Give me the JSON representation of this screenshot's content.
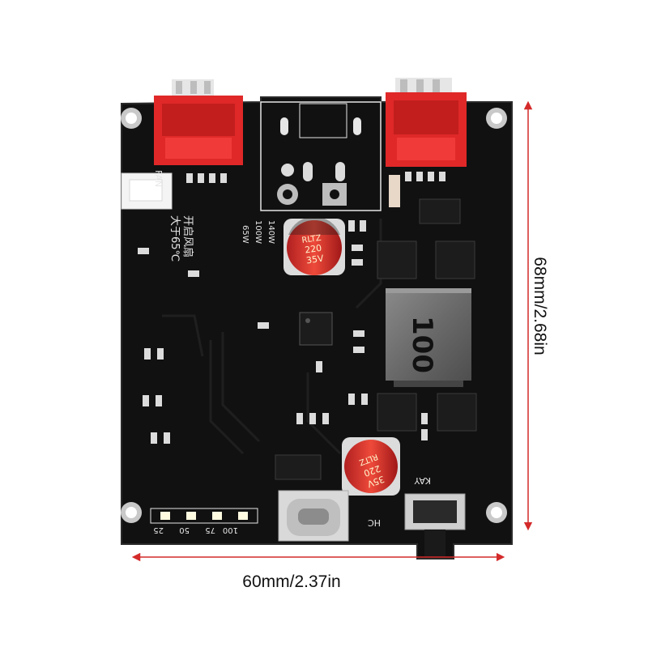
{
  "image": {
    "subject": "circuit-board",
    "colors": {
      "board": "#121212",
      "connector": "#e02828",
      "dimension_line": "#d42a2a",
      "silkscreen": "#e6e6e6"
    }
  },
  "dimensions": {
    "width_label": "60mm/2.37in",
    "height_label": "68mm/2.68in"
  },
  "silkscreen": {
    "fan_label": "FAN",
    "temperature_text": "大于65℃",
    "fan_text": "开启风扇",
    "power_options": [
      "65W",
      "100W",
      "140W"
    ],
    "led_labels": [
      "25",
      "50",
      "75",
      "100"
    ],
    "key_label": "KAY",
    "hc_label": "HC"
  },
  "components": {
    "capacitor_brand": "RLTZ",
    "capacitor_value": "220",
    "capacitor_voltage": "35V",
    "inductor_marking": "100"
  }
}
